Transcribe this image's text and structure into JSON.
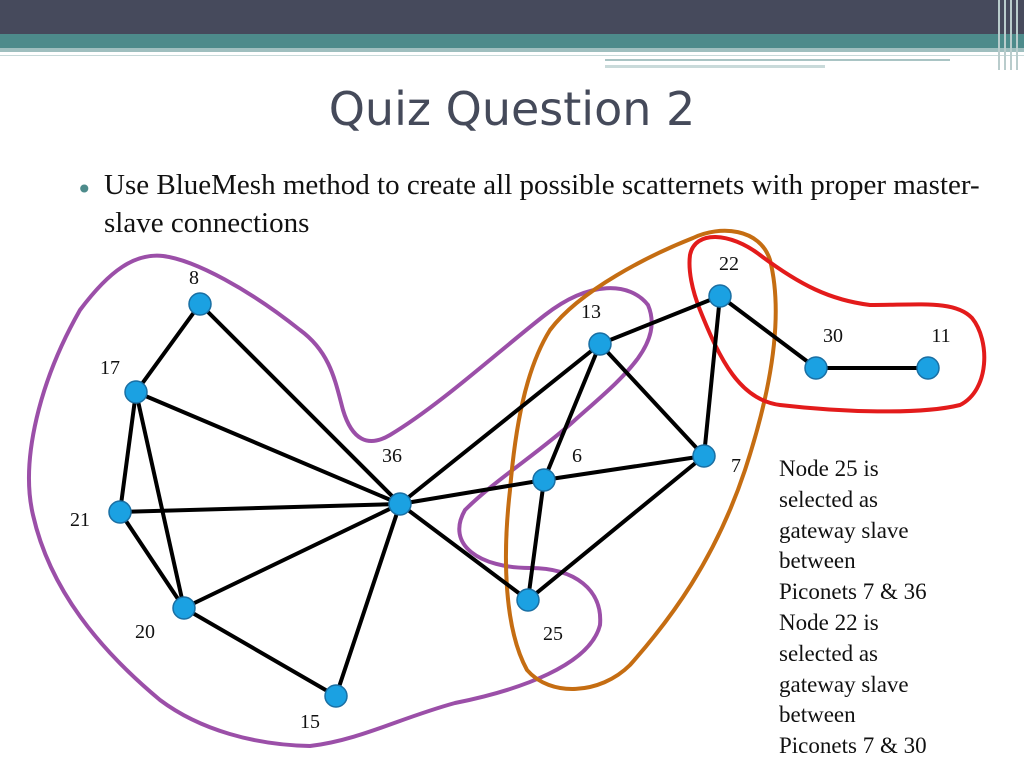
{
  "slide": {
    "title": "Quiz Question 2",
    "bullet": "Use BlueMesh method to create all possible scatternets with proper master-slave connections",
    "note": "Node 25 is\nselected as\ngateway slave\nbetween\nPiconets 7 & 36\nNode 22 is\nselected as\ngateway slave\nbetween\nPiconets 7 & 30"
  },
  "graph": {
    "node_color": "#1ba1e2",
    "nodes": [
      {
        "id": "8",
        "label": "8"
      },
      {
        "id": "17",
        "label": "17"
      },
      {
        "id": "21",
        "label": "21"
      },
      {
        "id": "20",
        "label": "20"
      },
      {
        "id": "15",
        "label": "15"
      },
      {
        "id": "36",
        "label": "36"
      },
      {
        "id": "13",
        "label": "13"
      },
      {
        "id": "6",
        "label": "6"
      },
      {
        "id": "25",
        "label": "25"
      },
      {
        "id": "7",
        "label": "7"
      },
      {
        "id": "22",
        "label": "22"
      },
      {
        "id": "30",
        "label": "30"
      },
      {
        "id": "11",
        "label": "11"
      }
    ],
    "edges": [
      [
        "8",
        "17"
      ],
      [
        "8",
        "36"
      ],
      [
        "17",
        "36"
      ],
      [
        "17",
        "21"
      ],
      [
        "17",
        "20"
      ],
      [
        "21",
        "20"
      ],
      [
        "21",
        "36"
      ],
      [
        "20",
        "36"
      ],
      [
        "20",
        "15"
      ],
      [
        "36",
        "15"
      ],
      [
        "36",
        "13"
      ],
      [
        "36",
        "6"
      ],
      [
        "36",
        "25"
      ],
      [
        "13",
        "6"
      ],
      [
        "13",
        "7"
      ],
      [
        "13",
        "22"
      ],
      [
        "6",
        "7"
      ],
      [
        "6",
        "25"
      ],
      [
        "25",
        "7"
      ],
      [
        "7",
        "22"
      ],
      [
        "22",
        "30"
      ],
      [
        "30",
        "11"
      ]
    ],
    "groups": [
      {
        "name": "piconet-36",
        "color": "#9b4fa8"
      },
      {
        "name": "piconet-7",
        "color": "#c56d12"
      },
      {
        "name": "piconet-30",
        "color": "#e31b1b"
      }
    ]
  }
}
